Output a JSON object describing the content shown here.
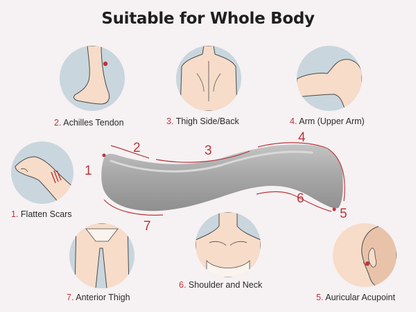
{
  "title": "Suitable for Whole Body",
  "colors": {
    "accent": "#b8373c",
    "circle_blue": "#c9d6de",
    "circle_peach": "#f6dcc9",
    "background": "#f6f1f3",
    "tool": "#a5a5a5"
  },
  "areas": [
    {
      "num": "2.",
      "name": "Achilles Tendon",
      "icon": "foot-heel-icon"
    },
    {
      "num": "3.",
      "name": "Thigh Side/Back",
      "icon": "back-icon"
    },
    {
      "num": "4.",
      "name": "Arm (Upper Arm)",
      "icon": "upper-arm-icon"
    },
    {
      "num": "1.",
      "name": "Flatten Scars",
      "icon": "forearm-scar-icon"
    },
    {
      "num": "7.",
      "name": "Anterior Thigh",
      "icon": "thigh-icon"
    },
    {
      "num": "6.",
      "name": "Shoulder and Neck",
      "icon": "neck-shoulder-icon"
    },
    {
      "num": "5.",
      "name": "Auricular Acupoint",
      "icon": "ear-icon"
    }
  ],
  "tool_markers": [
    "1",
    "2",
    "3",
    "4",
    "5",
    "6",
    "7"
  ]
}
